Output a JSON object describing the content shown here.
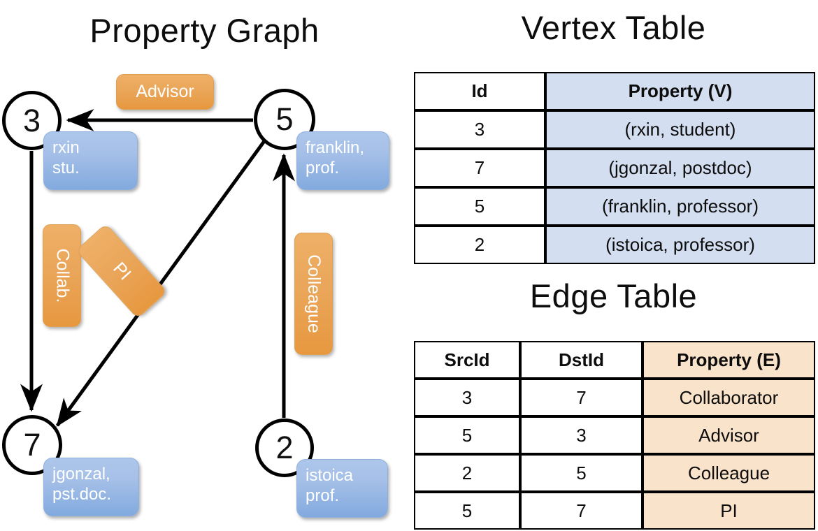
{
  "titles": {
    "property_graph": "Property Graph",
    "vertex_table": "Vertex Table",
    "edge_table": "Edge Table"
  },
  "graph": {
    "nodes": [
      {
        "id": "3",
        "property_label": "rxin\nstu."
      },
      {
        "id": "5",
        "property_label": "franklin,\nprof."
      },
      {
        "id": "7",
        "property_label": "jgonzal,\npst.doc."
      },
      {
        "id": "2",
        "property_label": "istoica\nprof."
      }
    ],
    "node_labels": {
      "n3": "3",
      "n5": "5",
      "n7": "7",
      "n2": "2"
    },
    "vertex_props": {
      "rxin_line1": "rxin",
      "rxin_line2": "stu.",
      "franklin_line1": "franklin,",
      "franklin_line2": "prof.",
      "jgonzal_line1": "jgonzal,",
      "jgonzal_line2": "pst.doc.",
      "istoica_line1": "istoica",
      "istoica_line2": "prof."
    },
    "edge_labels": {
      "advisor": "Advisor",
      "collab": "Collab.",
      "pi": "PI",
      "colleague": "Colleague"
    },
    "edges": [
      {
        "src": "5",
        "dst": "3",
        "label": "Advisor"
      },
      {
        "src": "3",
        "dst": "7",
        "label": "Collab."
      },
      {
        "src": "5",
        "dst": "7",
        "label": "PI"
      },
      {
        "src": "2",
        "dst": "5",
        "label": "Colleague"
      }
    ]
  },
  "vertex_table": {
    "columns": [
      "Id",
      "Property (V)"
    ],
    "rows": [
      {
        "id": "3",
        "property": "(rxin, student)"
      },
      {
        "id": "7",
        "property": "(jgonzal, postdoc)"
      },
      {
        "id": "5",
        "property": "(franklin, professor)"
      },
      {
        "id": "2",
        "property": "(istoica, professor)"
      }
    ]
  },
  "edge_table": {
    "columns": [
      "SrcId",
      "DstId",
      "Property (E)"
    ],
    "rows": [
      {
        "src": "3",
        "dst": "7",
        "property": "Collaborator"
      },
      {
        "src": "5",
        "dst": "3",
        "property": "Advisor"
      },
      {
        "src": "2",
        "dst": "5",
        "property": "Colleague"
      },
      {
        "src": "5",
        "dst": "7",
        "property": "PI"
      }
    ]
  },
  "colors": {
    "vertex_bubble": "#a6c0e8",
    "edge_bubble": "#eaa65a",
    "vertex_table_fill": "#d3dff0",
    "edge_table_fill": "#fae3cb",
    "stroke": "#000000",
    "background": "#ffffff"
  }
}
